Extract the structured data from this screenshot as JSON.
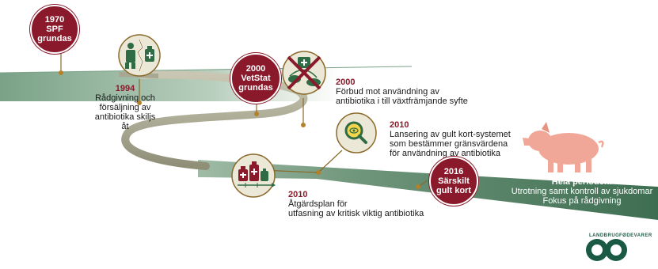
{
  "milestones": {
    "m1970": {
      "year": "1970",
      "line1": "SPF",
      "line2": "grundas"
    },
    "m1994": {
      "year": "1994",
      "lines": [
        "Rådgivning och",
        "försäljning av",
        "antibiotika skiljs åt"
      ]
    },
    "m2000a": {
      "year": "2000",
      "line1": "VetStat",
      "line2": "grundas"
    },
    "m2000b": {
      "year": "2000",
      "lines": [
        "Förbud mot användning av",
        "antibiotika i till växtfrämjande syfte"
      ]
    },
    "m2010a": {
      "year": "2010",
      "lines": [
        "Lansering av gult kort-systemet",
        "som bestämmer gränsvärdena",
        "för användning av antibiotika"
      ]
    },
    "m2010b": {
      "year": "2010",
      "lines": [
        "Åtgärdsplan för",
        "utfasning av kritisk viktig antibiotika"
      ]
    },
    "m2016": {
      "year": "2016",
      "line1": "Särskilt",
      "line2": "gult kort"
    }
  },
  "period": {
    "title": "Hela perioden:",
    "lines": [
      "Utrotning samt kontroll av sjukdomar",
      "Fokus på rådgivning"
    ]
  },
  "logo": {
    "top": "LANDBRUG",
    "right": "FØDEVARER"
  },
  "colors": {
    "bordeaux": "#8a1a2b",
    "green": "#5f8a6a",
    "path": "#9a9a84",
    "pig": "#f0a797",
    "icon_bg": "#ece8d8"
  }
}
